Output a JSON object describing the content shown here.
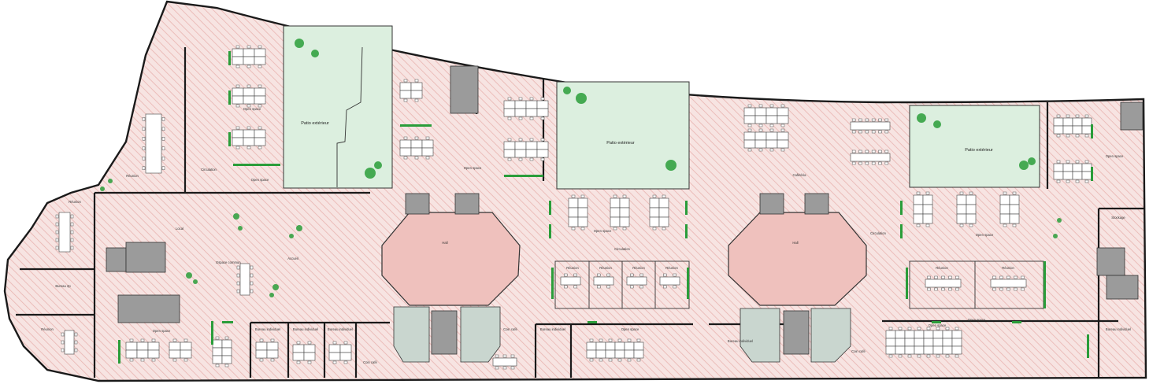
{
  "patios": [
    {
      "id": "patio-1",
      "label": "Patio extérieur"
    },
    {
      "id": "patio-2",
      "label": "Patio extérieur"
    },
    {
      "id": "patio-3",
      "label": "Patio extérieur"
    }
  ],
  "halls": [
    {
      "id": "hall-1",
      "label": "Hall"
    },
    {
      "id": "hall-2",
      "label": "Hall"
    }
  ],
  "spaces": [
    {
      "id": "s1",
      "label": "Circulation"
    },
    {
      "id": "s2",
      "label": "Open space"
    },
    {
      "id": "s3",
      "label": "Réunion"
    },
    {
      "id": "s4",
      "label": "Open space"
    },
    {
      "id": "s5",
      "label": "Espace commun"
    },
    {
      "id": "s6",
      "label": "Accueil"
    },
    {
      "id": "s7",
      "label": "Open space"
    },
    {
      "id": "s8",
      "label": "Circulation"
    },
    {
      "id": "s9",
      "label": "Réunion"
    },
    {
      "id": "s10",
      "label": "Réunion"
    },
    {
      "id": "s11",
      "label": "Réunion"
    },
    {
      "id": "s12",
      "label": "Réunion"
    },
    {
      "id": "s13",
      "label": "Open space"
    },
    {
      "id": "s14",
      "label": "Cafétéria"
    },
    {
      "id": "s15",
      "label": "Circulation"
    },
    {
      "id": "s16",
      "label": "Open space"
    },
    {
      "id": "s17",
      "label": "Réunion"
    },
    {
      "id": "s18",
      "label": "Réunion"
    },
    {
      "id": "s19",
      "label": "Open space"
    },
    {
      "id": "s20",
      "label": "Open space"
    },
    {
      "id": "s21",
      "label": "Stockage"
    },
    {
      "id": "s22",
      "label": "Réunion"
    },
    {
      "id": "s23",
      "label": "Bureau 2p"
    },
    {
      "id": "s24",
      "label": "Réunion"
    },
    {
      "id": "s25",
      "label": "Open space"
    },
    {
      "id": "s26",
      "label": "Bureau individuel"
    },
    {
      "id": "s27",
      "label": "Bureau individuel"
    },
    {
      "id": "s28",
      "label": "Bureau individuel"
    },
    {
      "id": "s29",
      "label": "Coin café"
    },
    {
      "id": "s30",
      "label": "Coin café"
    },
    {
      "id": "s31",
      "label": "Bureau individuel"
    },
    {
      "id": "s32",
      "label": "Open space"
    },
    {
      "id": "s33",
      "label": "Bureau individuel"
    },
    {
      "id": "s34",
      "label": "Coin café"
    },
    {
      "id": "s35",
      "label": "Open space"
    },
    {
      "id": "s36",
      "label": "Bureau individuel"
    },
    {
      "id": "s37",
      "label": "Local"
    }
  ],
  "colors": {
    "hatch": "#e9b3b0",
    "floor": "#f7e4e2",
    "patio": "#dcefdf",
    "hall": "#efc1bd",
    "core": "#c9d6cf",
    "plant": "#2a9d3a",
    "wall": "#1a1a1a"
  }
}
